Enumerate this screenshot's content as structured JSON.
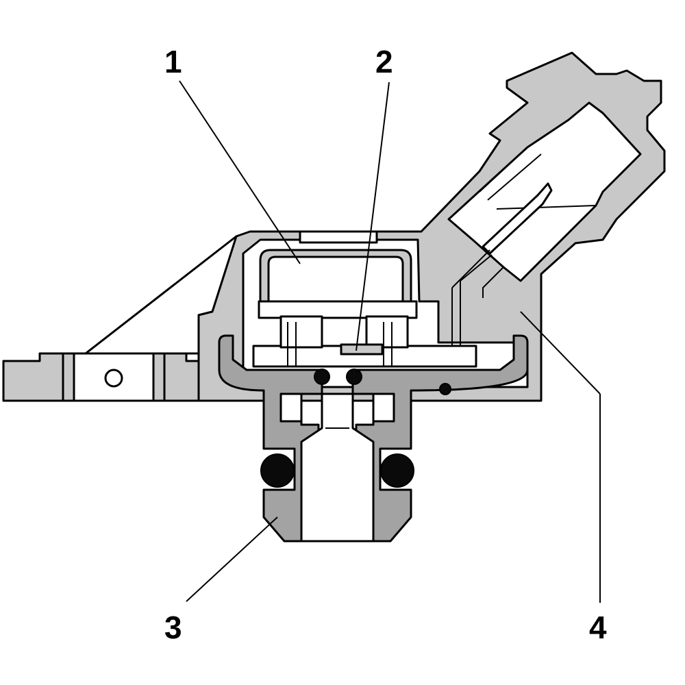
{
  "callouts": [
    {
      "id": "1",
      "label": "1"
    },
    {
      "id": "2",
      "label": "2"
    },
    {
      "id": "3",
      "label": "3"
    },
    {
      "id": "4",
      "label": "4"
    }
  ],
  "colors": {
    "housing": "#c8c8c8",
    "nozzle": "#a3a3a3",
    "seal": "#0a0a0a",
    "outline": "#000000",
    "background": "#ffffff"
  }
}
